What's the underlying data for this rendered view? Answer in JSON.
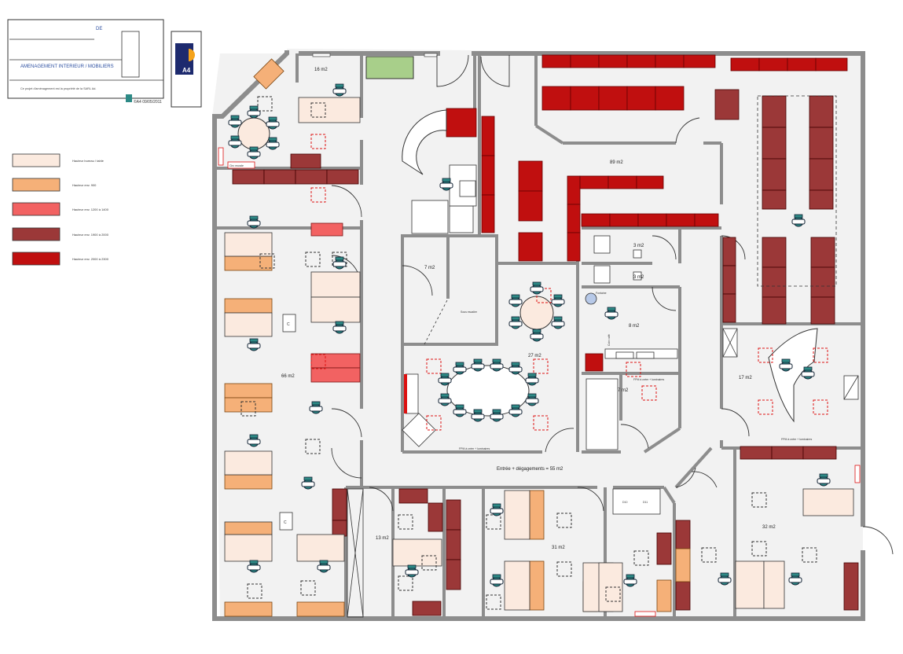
{
  "title_block": {
    "company": "DE",
    "subject": "AMENAGEMENT INTERIEUR / MOBILIERS",
    "notice": "Ce projet d'aménagement est la propriété de la SARL Ad.",
    "format": "A4",
    "date_ref": "©A4 09/05/2011"
  },
  "legend": [
    {
      "label": "Hauteur bureau / table",
      "color": "#fbeadf"
    },
    {
      "label": "Hauteur env. 900",
      "color": "#f5b078"
    },
    {
      "label": "Hauteur env. 1200 à 1400",
      "color": "#f26262"
    },
    {
      "label": "Hauteur env. 1900 à 2000",
      "color": "#9b3838"
    },
    {
      "label": "Hauteur env. 2000 à 2300",
      "color": "#c00f0f"
    }
  ],
  "rooms": {
    "r16": "16 m2",
    "r66": "66 m2",
    "r7a": "7 m2",
    "r27": "27 m2",
    "r89": "89 m2",
    "r3a": "3 m2",
    "r3b": "3 m2",
    "r8": "8 m2",
    "r7b": "7 m2",
    "r17": "17 m2",
    "r13": "13 m2",
    "r31": "31 m2",
    "r32": "32 m2",
    "entrance": "Entrée + dégagements = 55 m2"
  },
  "notes": {
    "circ_murale": "Circ murale",
    "sous_escalier": "Sous escalier",
    "fpm_1": "FPM à créer + luminaires",
    "fpm_2": "FPM à créer + luminaires",
    "fpm_3": "FPM à créer + luminaires",
    "fontaine": "Fontaine",
    "cafe": "Coin café",
    "c1": "C",
    "c2": "C",
    "d1": "D10",
    "d2": "D11"
  }
}
